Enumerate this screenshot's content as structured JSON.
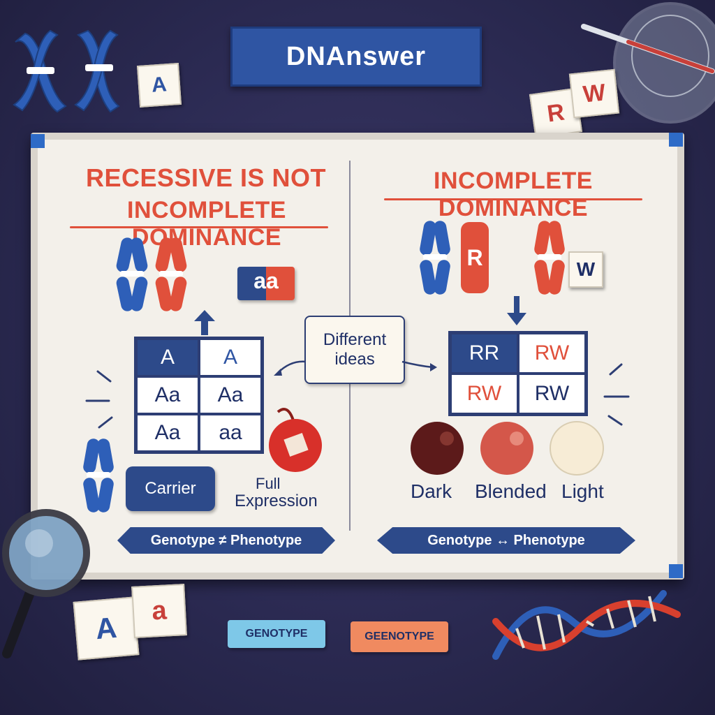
{
  "title": "DNAnswer",
  "left_panel": {
    "heading_line1": "RECESSIVE IS NOT",
    "heading_line2": "INCOMPLETE DOMINANCE",
    "allele_badge": "aa",
    "punnett": [
      "A",
      "A",
      "Aa",
      "Aa",
      "Aa",
      "aa"
    ],
    "carrier_label": "Carrier",
    "full_expression_line1": "Full",
    "full_expression_line2": "Expression",
    "ribbon": "Genotype ≠ Phenotype"
  },
  "center_bubble": {
    "line1": "Different",
    "line2": "ideas"
  },
  "right_panel": {
    "heading": "INCOMPLETE DOMINANCE",
    "chromo_label_r": "R",
    "chromo_label_w": "W",
    "punnett": [
      "RR",
      "RW",
      "RW",
      "RW"
    ],
    "phenotypes": [
      "Dark",
      "Blended",
      "Light"
    ],
    "ribbon": "Genotype ↔ Phenotype"
  },
  "tiles": {
    "top_a": "A",
    "top_r": "R",
    "top_w": "W",
    "bottom_a_upper": "A",
    "bottom_a_lower": "a"
  },
  "tags": {
    "blue": "GENOTYPE",
    "orange": "GEENOTYPE"
  },
  "colors": {
    "blue": "#2f55a3",
    "red": "#e0503b",
    "navy": "#2d4a8a"
  }
}
